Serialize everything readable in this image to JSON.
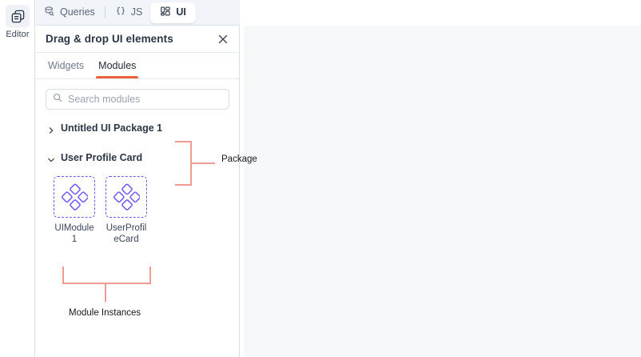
{
  "rail": {
    "items": [
      {
        "label": "Editor",
        "icon": "editor-copy-icon",
        "active": true
      }
    ]
  },
  "topbar": {
    "tabs": [
      {
        "label": "Queries",
        "icon": "database-query-icon",
        "active": false
      },
      {
        "label": "JS",
        "icon": "braces-icon",
        "active": false
      },
      {
        "label": "UI",
        "icon": "ui-grid-icon",
        "active": true
      }
    ]
  },
  "panel": {
    "title": "Drag & drop UI elements",
    "close_icon": "close-icon",
    "subtabs": [
      {
        "label": "Widgets",
        "active": false
      },
      {
        "label": "Modules",
        "active": true
      }
    ],
    "search": {
      "placeholder": "Search modules",
      "value": "",
      "icon": "search-icon"
    },
    "tree": [
      {
        "label": "Untitled UI Package 1",
        "expanded": false,
        "chevron": "chevron-right-icon"
      },
      {
        "label": "User Profile Card",
        "expanded": true,
        "chevron": "chevron-down-icon"
      }
    ],
    "modules": [
      {
        "name": "UIModule 1",
        "icon": "module-diamonds-icon"
      },
      {
        "name": "UserProfileCard",
        "icon": "module-diamonds-icon"
      }
    ]
  },
  "annotations": [
    {
      "label": "Package",
      "target": "package-tree-group"
    },
    {
      "label": "Module Instances",
      "target": "module-instance-group"
    }
  ],
  "colors": {
    "accent_tab_underline": "#e8643c",
    "module_icon": "#6a5af0",
    "annotation": "#f29b92",
    "canvas_bg": "#f6f8fa",
    "topbar_bg": "#f1f4f8",
    "text_primary": "#2c3545",
    "text_muted": "#707b8c"
  }
}
